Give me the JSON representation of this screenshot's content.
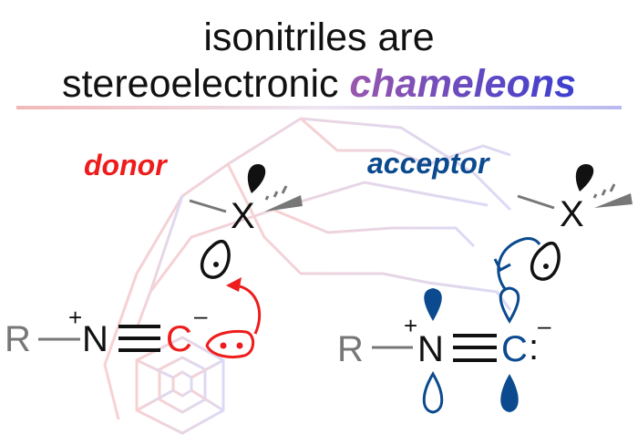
{
  "title": {
    "line1": "isonitriles are",
    "line2_prefix": "stereoelectronic ",
    "line2_highlight": "chameleons"
  },
  "panels": {
    "donor": {
      "label": "donor",
      "atoms": {
        "r": "R",
        "n": "N",
        "c": "C",
        "x": "X",
        "n_charge": "+",
        "c_charge": "–"
      }
    },
    "acceptor": {
      "label": "acceptor",
      "atoms": {
        "r": "R",
        "n": "N",
        "c": "C",
        "x": "X",
        "n_charge": "+",
        "c_charge": "–",
        "lone_pair": ":"
      }
    }
  },
  "colors": {
    "donor": "#ee1c1c",
    "acceptor": "#0b4a8e",
    "gradient_start": "#d0232a",
    "gradient_mid": "#a65aa8",
    "gradient_end": "#3b3fd0"
  }
}
